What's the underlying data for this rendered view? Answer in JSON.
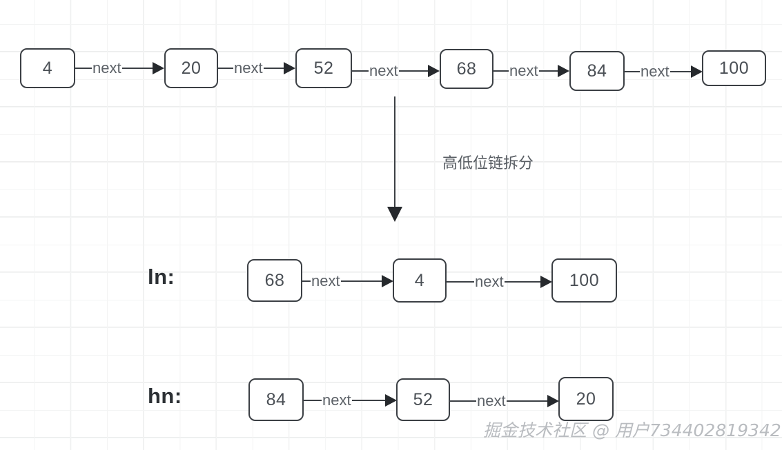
{
  "diagram": {
    "title_caption": "高低位链拆分",
    "watermark": "掘金技术社区 @ 用户734402819342",
    "edge_label": "next",
    "colors": {
      "node_border": "#3b3f44",
      "node_text": "#4a4f55",
      "edge_line": "#3b3f44",
      "edge_label": "#5c6167",
      "grid_major": "#eceded",
      "grid_minor": "#f3f4f4",
      "background": "#ffffff",
      "watermark": "#b9bcc0"
    },
    "rows": [
      {
        "id": "original-list",
        "label": "",
        "nodes": [
          "4",
          "20",
          "52",
          "68",
          "84",
          "100"
        ],
        "links": [
          "next",
          "next",
          "next",
          "next",
          "next"
        ]
      },
      {
        "id": "low-list",
        "label": "ln:",
        "nodes": [
          "68",
          "4",
          "100"
        ],
        "links": [
          "next",
          "next"
        ]
      },
      {
        "id": "high-list",
        "label": "hn:",
        "nodes": [
          "84",
          "52",
          "20"
        ],
        "links": [
          "next",
          "next"
        ]
      }
    ]
  }
}
